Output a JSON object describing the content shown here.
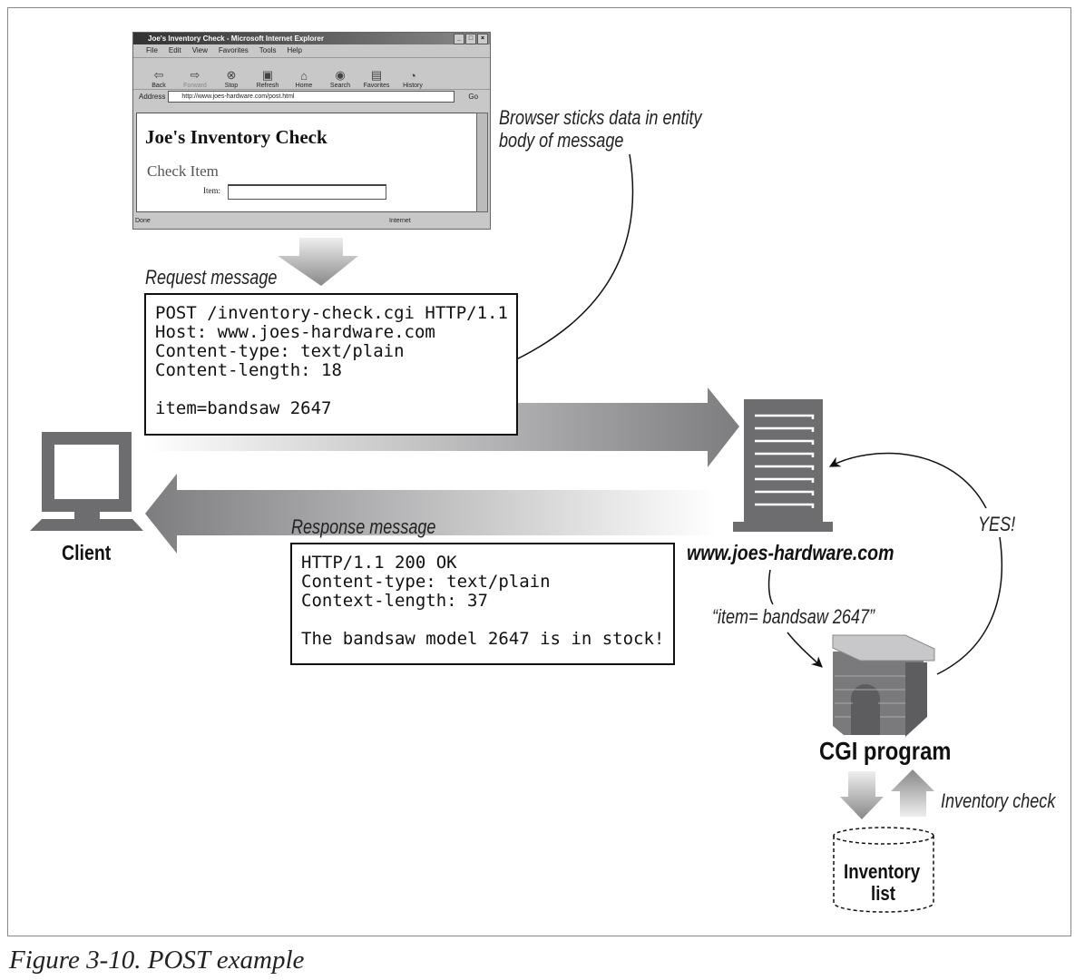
{
  "browser": {
    "title": "Joe's Inventory Check - Microsoft Internet Explorer",
    "menu": [
      "File",
      "Edit",
      "View",
      "Favorites",
      "Tools",
      "Help"
    ],
    "toolbar": [
      "Back",
      "Forward",
      "Stop",
      "Refresh",
      "Home",
      "Search",
      "Favorites",
      "History"
    ],
    "address_label": "Address",
    "url": "http://www.joes-hardware.com/post.html",
    "go_label": "Go",
    "page_heading": "Joe's Inventory Check",
    "page_subheading": "Check Item",
    "item_label": "Item:",
    "item_value": "",
    "status_left": "Done",
    "status_zone": "Internet"
  },
  "annotation_browser": [
    "Browser sticks data in entity",
    "body of message"
  ],
  "request": {
    "label": "Request message",
    "lines": [
      "POST /inventory-check.cgi HTTP/1.1",
      "Host: www.joes-hardware.com",
      "Content-type: text/plain",
      "Content-length: 18",
      "",
      "item=bandsaw 2647"
    ]
  },
  "response": {
    "label": "Response message",
    "lines": [
      "HTTP/1.1 200 OK",
      "Content-type: text/plain",
      "Context-length: 37",
      "",
      "The bandsaw model 2647 is in stock!"
    ]
  },
  "client_label": "Client",
  "server_label": "www.joes-hardware.com",
  "query_label": "“item= bandsaw 2647”",
  "yes_label": "YES!",
  "cgi_label": "CGI program",
  "inventory_check_label": "Inventory check",
  "inventory_list_label": [
    "Inventory",
    "list"
  ],
  "caption": "Figure 3-10. POST example",
  "colors": {
    "icon_gray": "#6d6d6f",
    "arrow_gray": "#8a8a8c"
  }
}
